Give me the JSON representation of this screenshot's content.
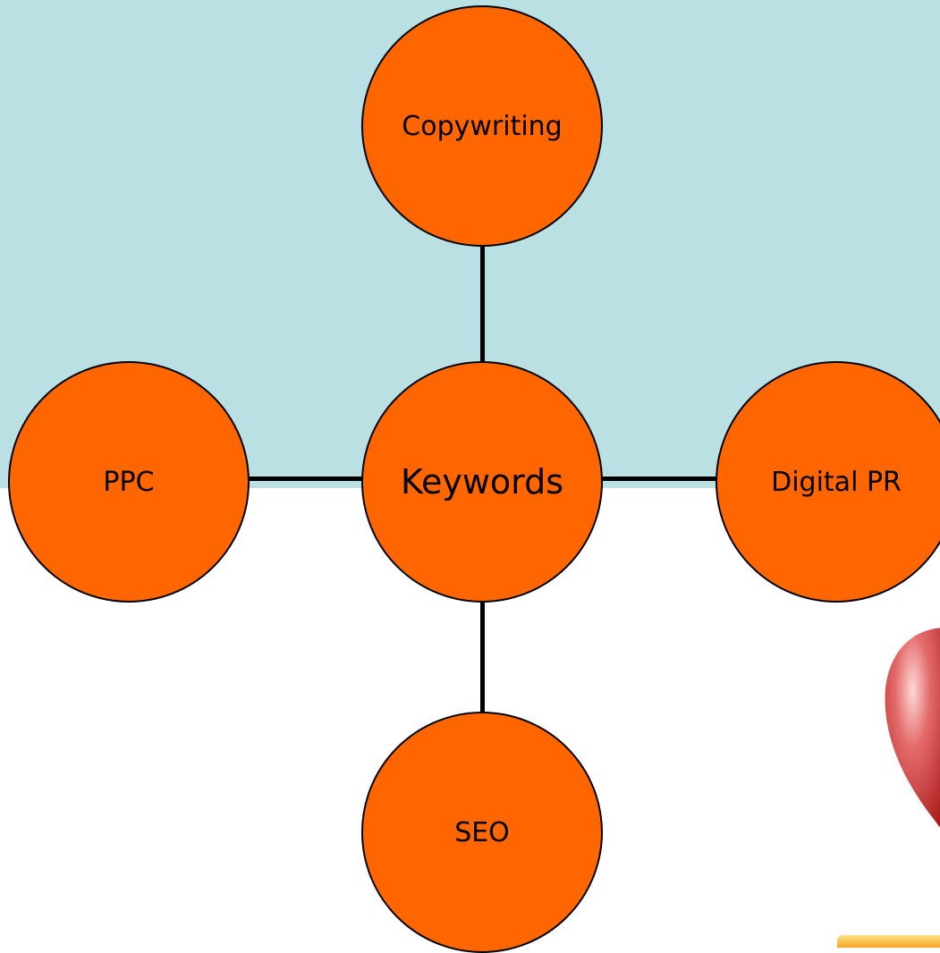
{
  "diagram": {
    "center": {
      "label": "Keywords"
    },
    "nodes": {
      "top": {
        "label": "Copywriting"
      },
      "left": {
        "label": "PPC"
      },
      "right": {
        "label": "Digital PR"
      },
      "bottom": {
        "label": "SEO"
      }
    }
  },
  "colors": {
    "background_top": "#bae0e4",
    "background_bottom": "#ffffff",
    "node_fill": "#ff6600",
    "connector": "#000000"
  },
  "icons": [
    "heart-decoration"
  ]
}
